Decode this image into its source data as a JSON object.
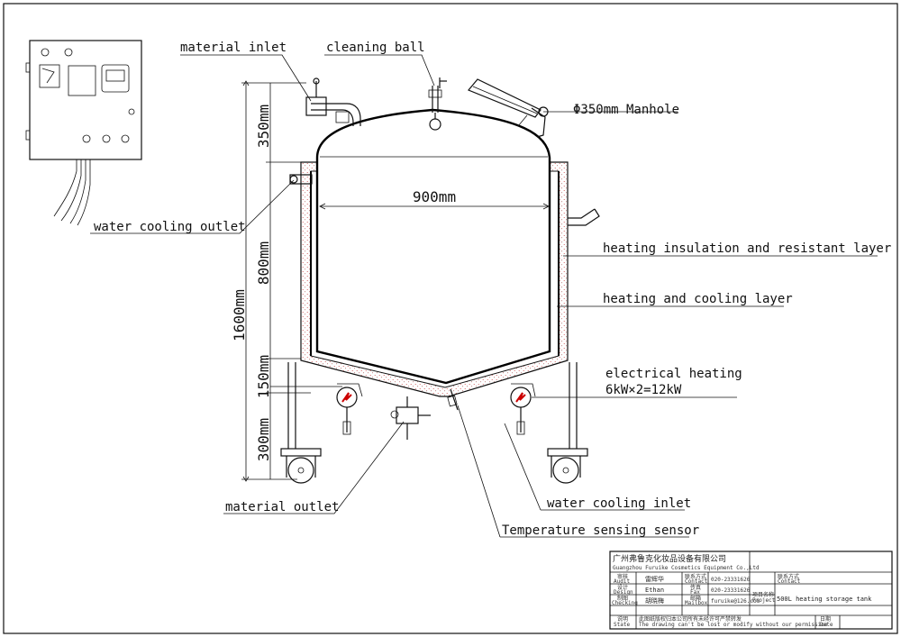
{
  "labels": {
    "material_inlet": "material inlet",
    "cleaning_ball": "cleaning ball",
    "manhole": "Φ350mm Manhole",
    "water_cooling_outlet": "water cooling outlet",
    "insulation_layer": "heating insulation and resistant layer",
    "heating_cooling_layer": "heating and cooling layer",
    "electrical_heating": "electrical heating",
    "electrical_heating_power": "6kW×2=12kW",
    "water_cooling_inlet": "water cooling inlet",
    "material_outlet": "material outlet",
    "temperature_sensor": "Temperature sensing sensor"
  },
  "dimensions": {
    "width": "900mm",
    "total_height": "1600mm",
    "top_head": "350mm",
    "body": "800mm",
    "bottom_cone": "150mm",
    "legs": "300mm"
  },
  "title_block": {
    "company_cn": "广州弗鲁克化妆品设备有限公司",
    "company_en": "Guangzhou Furuike Cosmetics Equipment Co.,Ltd",
    "audit_cn": "审核",
    "audit_en": "Audit",
    "audit_name": "雷辉华",
    "design_cn": "设计",
    "design_en": "Design",
    "design_name": "Ethan",
    "check_cn": "制图",
    "check_en": "Checking",
    "check_name": "胡晓梅",
    "state_cn": "说明",
    "state_en": "State",
    "contact_cn": "联系方式",
    "contact_en": "Contact",
    "contact_value": "020-23331626",
    "fax_cn": "传真",
    "fax_en": "Fax",
    "fax_value": "020-23331626",
    "email_cn": "邮箱",
    "email_en": "Mailbox",
    "email_value": "furuike@126.com",
    "contact2_cn": "联系方式",
    "contact2_en": "Contact",
    "project_cn": "项目名称",
    "project_en": "Project",
    "project_value": "500L heating storage tank",
    "date_cn": "日期",
    "date_en": "Date",
    "state_cn_note": "此图纸版权归本公司所有未经许可严禁转发",
    "state_en_note": "The drawing can't be lost or modify without our permission"
  }
}
